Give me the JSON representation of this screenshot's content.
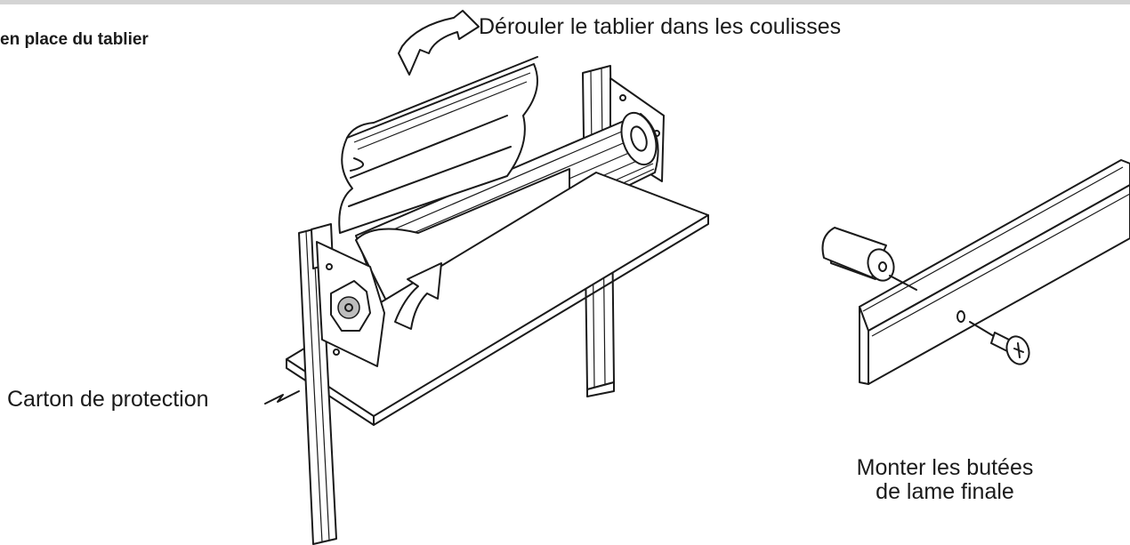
{
  "heading": "en place du tablier",
  "labels": {
    "unroll": "Dérouler le tablier dans les coulisses",
    "carton": "Carton de protection",
    "end_stops_line1": "Monter les butées",
    "end_stops_line2": "de lame finale"
  },
  "colors": {
    "line": "#1a1a1a",
    "background": "#ffffff",
    "top_bar": "#d4d4d4",
    "metal_shade": "#bdbdbd"
  },
  "icons": [
    "curved-arrow-icon",
    "screw-icon"
  ]
}
